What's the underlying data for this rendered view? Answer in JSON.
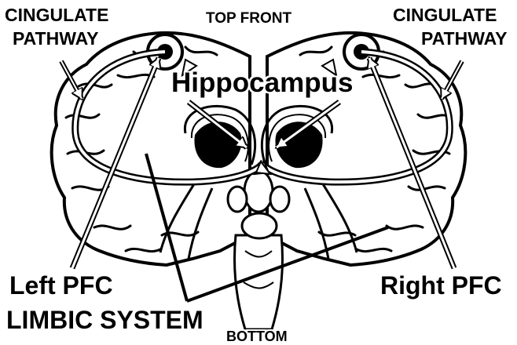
{
  "labels": {
    "top_front": "TOP FRONT",
    "cingulate_left_line1": "CINGULATE",
    "cingulate_left_line2": "PATHWAY",
    "cingulate_right_line1": "CINGULATE",
    "cingulate_right_line2": "PATHWAY",
    "hippocampus": "Hippocampus",
    "left_pfc": "Left PFC",
    "right_pfc": "Right PFC",
    "limbic_system": "LIMBIC SYSTEM",
    "bottom": "BOTTOM"
  },
  "colors": {
    "ink": "#000000",
    "paper": "#ffffff"
  }
}
